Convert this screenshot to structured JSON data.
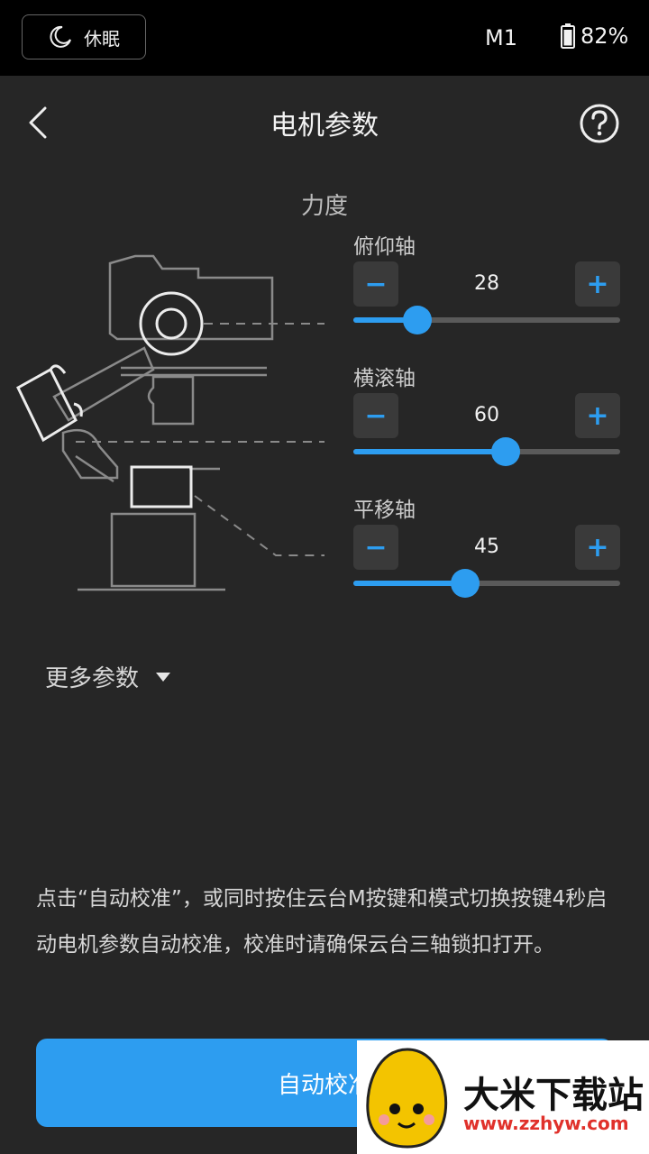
{
  "statusbar": {
    "sleep_label": "休眠",
    "mode": "M1",
    "battery": "82%"
  },
  "header": {
    "title": "电机参数"
  },
  "section": {
    "label": "力度"
  },
  "axes": [
    {
      "name": "俯仰轴",
      "value": "28",
      "level": 0.24,
      "minus": "−",
      "plus": "+"
    },
    {
      "name": "横滚轴",
      "value": "60",
      "level": 0.57,
      "minus": "−",
      "plus": "+"
    },
    {
      "name": "平移轴",
      "value": "45",
      "level": 0.42,
      "minus": "−",
      "plus": "+"
    }
  ],
  "more": {
    "label": "更多参数"
  },
  "description": "点击“自动校准”，或同时按住云台M按键和模式切换按键4秒启动电机参数自动校准，校准时请确保云台三轴锁扣打开。",
  "button": {
    "label": "自动校准"
  },
  "watermark": {
    "text": "大米下载站",
    "url": "www.zzhyw.com"
  },
  "colors": {
    "accent": "#2d9df0",
    "background": "#262626"
  }
}
